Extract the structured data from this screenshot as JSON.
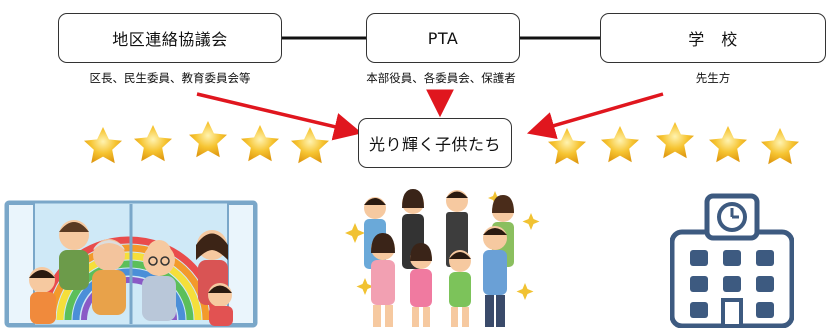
{
  "nodes": {
    "district": {
      "label": "地区連絡協議会",
      "sub": "区長、民生委員、教育委員会等"
    },
    "pta": {
      "label": "PTA",
      "sub": "本部役員、各委員会、保護者"
    },
    "school": {
      "label": "学　校",
      "sub": "先生方"
    },
    "children": {
      "label": "光り輝く子供たち"
    }
  },
  "colors": {
    "arrow": "#e0161e",
    "line": "#111111",
    "star": "#f6c431",
    "box_border": "#333333"
  },
  "illustrations": {
    "left": "family-window-rainbow-illustration",
    "center": "children-parents-group-illustration",
    "right": "school-building-icon"
  }
}
